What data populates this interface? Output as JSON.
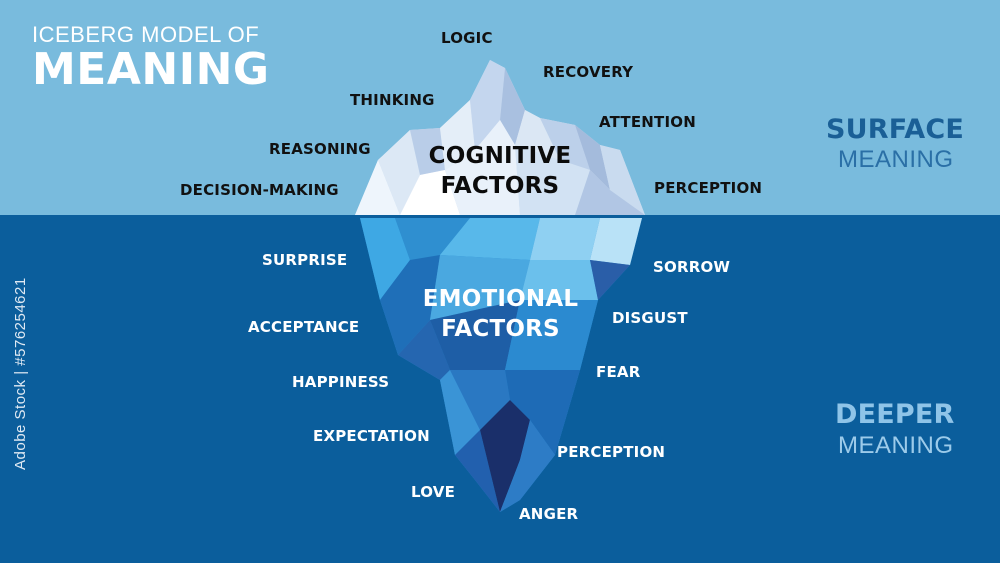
{
  "title": {
    "line1": "ICEBERG MODEL OF",
    "line2": "MEANING"
  },
  "surface": {
    "big": "SURFACE",
    "small": "MEANING",
    "color": "#1a5f96",
    "small_color": "#2a6fa6"
  },
  "deeper": {
    "big": "DEEPER",
    "small": "MEANING",
    "color": "#8fc4e8",
    "small_color": "#9ccbea"
  },
  "cognitive": {
    "line1": "COGNITIVE",
    "line2": "FACTORS"
  },
  "emotional": {
    "line1": "EMOTIONAL",
    "line2": "FACTORS"
  },
  "cognitive_terms": {
    "logic": "LOGIC",
    "recovery": "RECOVERY",
    "thinking": "THINKING",
    "attention": "ATTENTION",
    "reasoning": "REASONING",
    "decision": "DECISION-MAKING",
    "perception": "PERCEPTION"
  },
  "emotional_terms": {
    "surprise": "SURPRISE",
    "sorrow": "SORROW",
    "acceptance": "ACCEPTANCE",
    "disgust": "DISGUST",
    "fear": "FEAR",
    "happiness": "HAPPINESS",
    "expectation": "EXPECTATION",
    "perception": "PERCEPTION",
    "love": "LOVE",
    "anger": "ANGER"
  },
  "stock_id": "Adobe Stock | #576254621",
  "colors": {
    "sky": "#79bbdd",
    "sea": "#0b5e9c"
  }
}
